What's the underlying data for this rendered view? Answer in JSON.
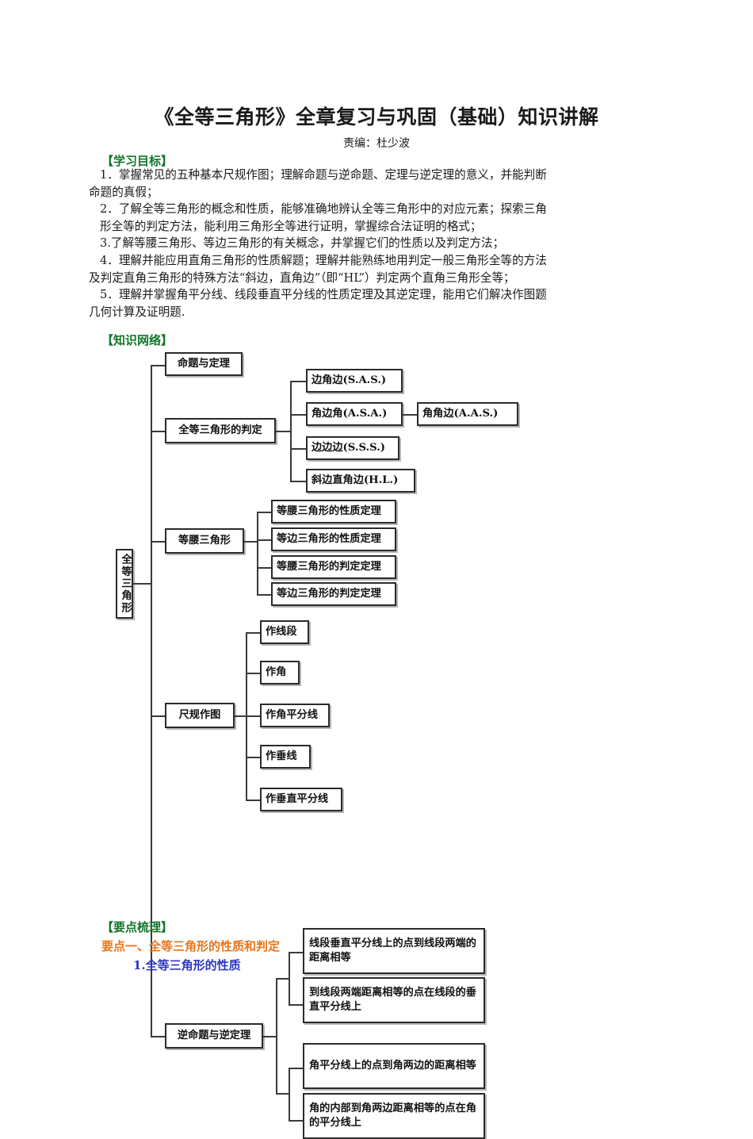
{
  "document": {
    "title": "《全等三角形》全章复习与巩固（基础）知识讲解",
    "byline": "责编：杜少波"
  },
  "sections": {
    "goals_heading": "【学习目标】",
    "network_heading": "【知识网络】",
    "points_heading": "【要点梳理】",
    "point_one_heading": "要点一、全等三角形的性质和判定",
    "point_one_sub": "1.全等三角形的性质"
  },
  "goals": [
    "1．掌握常见的五种基本尺规作图；理解命题与逆命题、定理与逆定理的意义，并能判断",
    "命题的真假；",
    "2．了解全等三角形的概念和性质，能够准确地辨认全等三角形中的对应元素；探索三角",
    "形全等的判定方法，能利用三角形全等进行证明，掌握综合法证明的格式；",
    "3.了解等腰三角形、等边三角形的有关概念，并掌握它们的性质以及判定方法；",
    "4．理解并能应用直角三角形的性质解题；理解并能熟练地用判定一般三角形全等的方法",
    "及判定直角三角形的特殊方法“斜边，直角边”（即“HL”）判定两个直角三角形全等；",
    "5．理解并掌握角平分线、线段垂直平分线的性质定理及其逆定理，能用它们解决作图题",
    "几何计算及证明题."
  ],
  "diagram": {
    "root": "全等三角形",
    "branch1": "命题与定理",
    "branch2": "全等三角形的判定",
    "branch2_children": [
      "边角边(S.A.S.)",
      "角边角(A.S.A.)",
      "边边边(S.S.S.)",
      "斜边直角边(H.L.)"
    ],
    "branch2_grandchild": "角角边(A.A.S.)",
    "branch3": "等腰三角形",
    "branch3_children": [
      "等腰三角形的性质定理",
      "等边三角形的性质定理",
      "等腰三角形的判定定理",
      "等边三角形的判定定理"
    ],
    "branch4": "尺规作图",
    "branch4_children": [
      "作线段",
      "作角",
      "作角平分线",
      "作垂线",
      "作垂直平分线"
    ],
    "branch5": "逆命题与逆定理",
    "branch5_children": [
      "线段垂直平分线上的点到线段两端的距离相等",
      "到线段两端距离相等的点在线段的垂直平分线上",
      "角平分线上的点到角两边的距离相等",
      "角的内部到角两边距离相等的点在角的平分线上"
    ]
  },
  "colors": {
    "green": "#127429",
    "orange": "#e8751a",
    "blue": "#2b35c4",
    "box_border": "#2b2b2b"
  }
}
